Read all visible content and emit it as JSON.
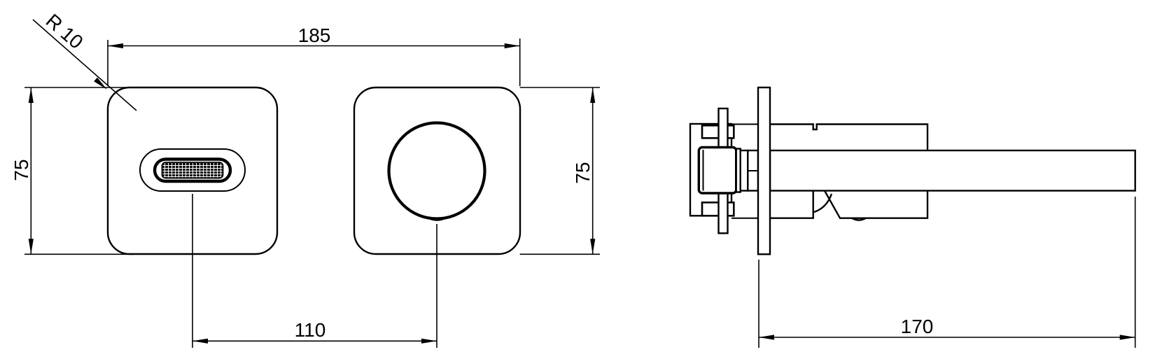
{
  "drawing": {
    "front_view": {
      "top_width_label": "185",
      "left_height_label": "75",
      "right_height_label": "75",
      "center_distance_label": "110",
      "corner_radius_label": "R 10"
    },
    "side_view": {
      "length_label": "170"
    },
    "colors": {
      "line": "#000000",
      "background": "#ffffff"
    }
  }
}
